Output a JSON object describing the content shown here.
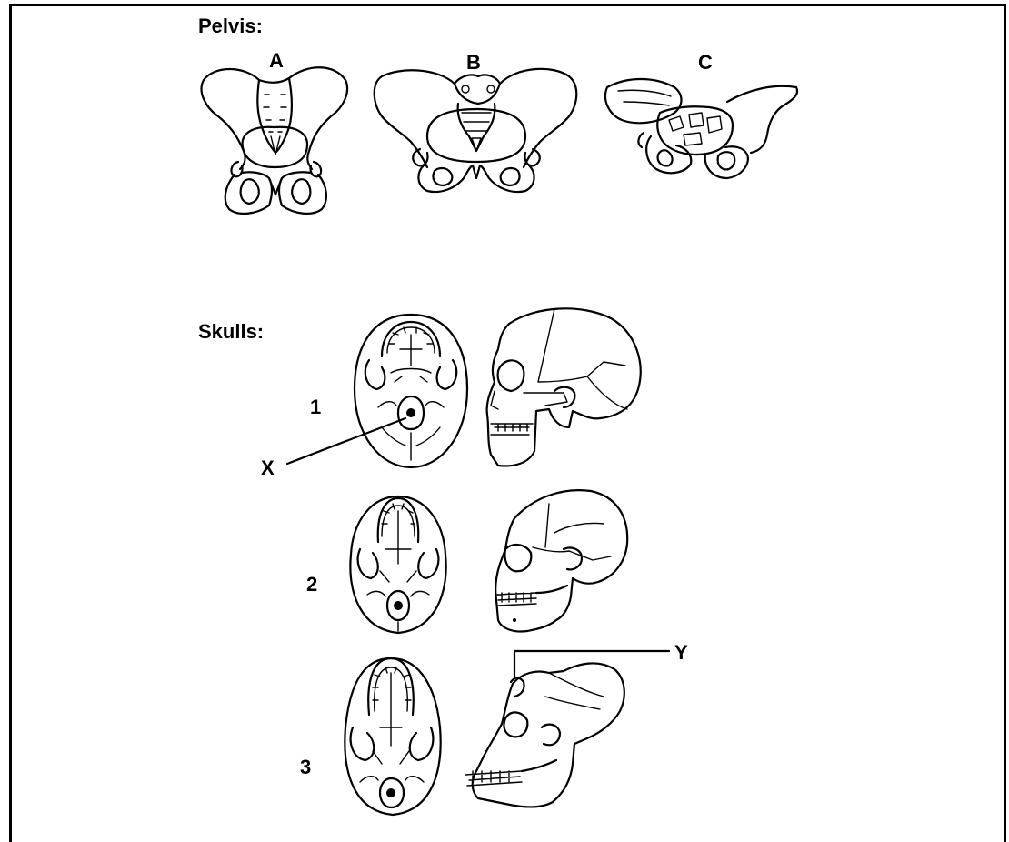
{
  "sections": {
    "pelvis": {
      "title": "Pelvis:",
      "labels": [
        "A",
        "B",
        "C"
      ]
    },
    "skulls": {
      "title": "Skulls:",
      "numbers": [
        "1",
        "2",
        "3"
      ],
      "pointer_x": "X",
      "pointer_y": "Y"
    }
  }
}
